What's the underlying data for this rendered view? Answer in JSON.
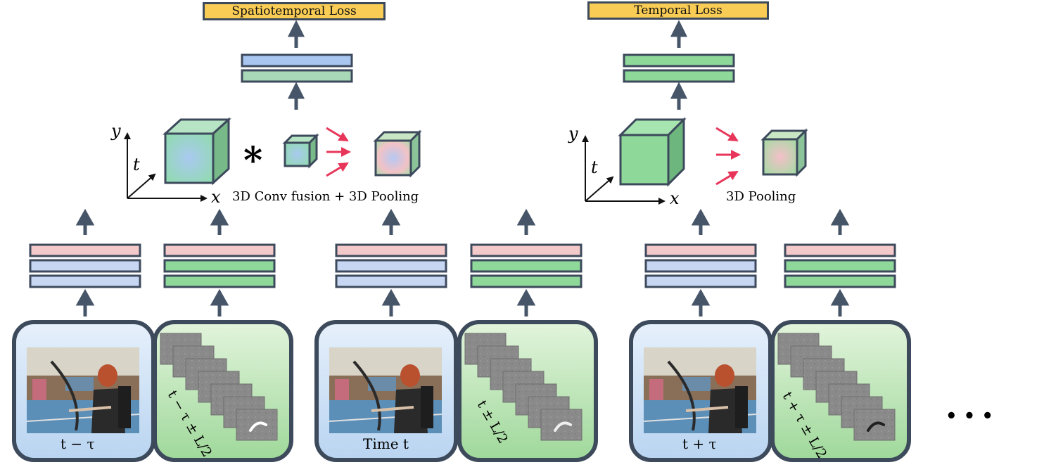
{
  "losses": {
    "spatiotemporal": "Spatiotemporal Loss",
    "temporal": "Temporal Loss"
  },
  "fusion": {
    "conv_label": "3D Conv fusion + 3D Pooling",
    "pool_label": "3D Pooling",
    "operator": "*"
  },
  "axes": {
    "x": "x",
    "y": "y",
    "t": "t"
  },
  "frames": {
    "left": "t − τ",
    "middle": "Time t",
    "right": "t + τ"
  },
  "flows": {
    "left": "t − τ ± L/2",
    "middle": "t ± L/2",
    "right": "t + τ ± L/2"
  },
  "ellipsis": "• • •",
  "colors": {
    "appearance_panel": "#cfe2f6",
    "motion_panel": "#bfe3b5",
    "pink_layer": "#f4c9c9",
    "blue_layer": "#c7d6f2",
    "green_layer": "#8ed89a",
    "loss_fill": "#f9cc55",
    "arrow": "#465568",
    "red_arrow": "#e8365a"
  }
}
